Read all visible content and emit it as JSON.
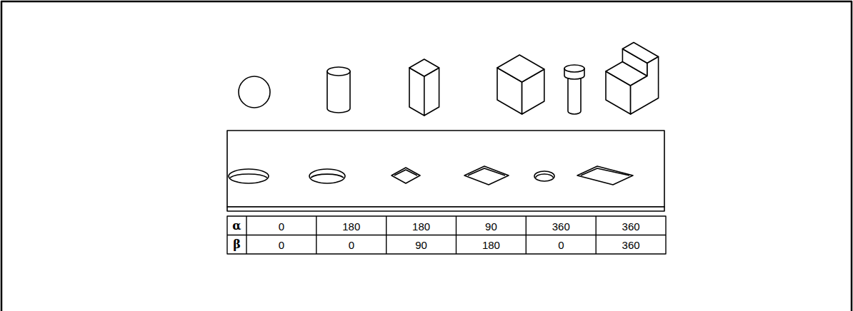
{
  "diagram": {
    "labels": [
      "α",
      "0",
      "180",
      "180",
      "90",
      "360",
      "360",
      "β",
      "0",
      "0",
      "90",
      "180",
      "0",
      "360"
    ]
  }
}
